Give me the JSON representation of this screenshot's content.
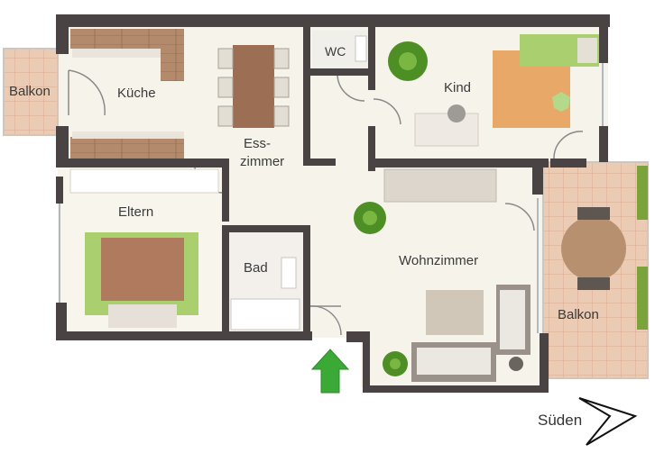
{
  "rooms": {
    "balkon_west": "Balkon",
    "kueche": "Küche",
    "esszimmer_line1": "Ess-",
    "esszimmer_line2": "zimmer",
    "wc": "WC",
    "kind": "Kind",
    "eltern": "Eltern",
    "bad": "Bad",
    "wohnzimmer": "Wohnzimmer",
    "balkon_sued": "Balkon"
  },
  "compass": {
    "label": "Süden",
    "icon": "south-arrow-icon"
  },
  "entrance": {
    "icon": "entrance-arrow-icon",
    "color": "#3aa935"
  },
  "colors": {
    "floor": "#f6f3ea",
    "wall": "#4a4343",
    "balcony_tile": "#e9c9b2",
    "bed_green": "#a9cf6e",
    "rug_orange": "#e6a766",
    "plant": "#5a9a2a"
  }
}
